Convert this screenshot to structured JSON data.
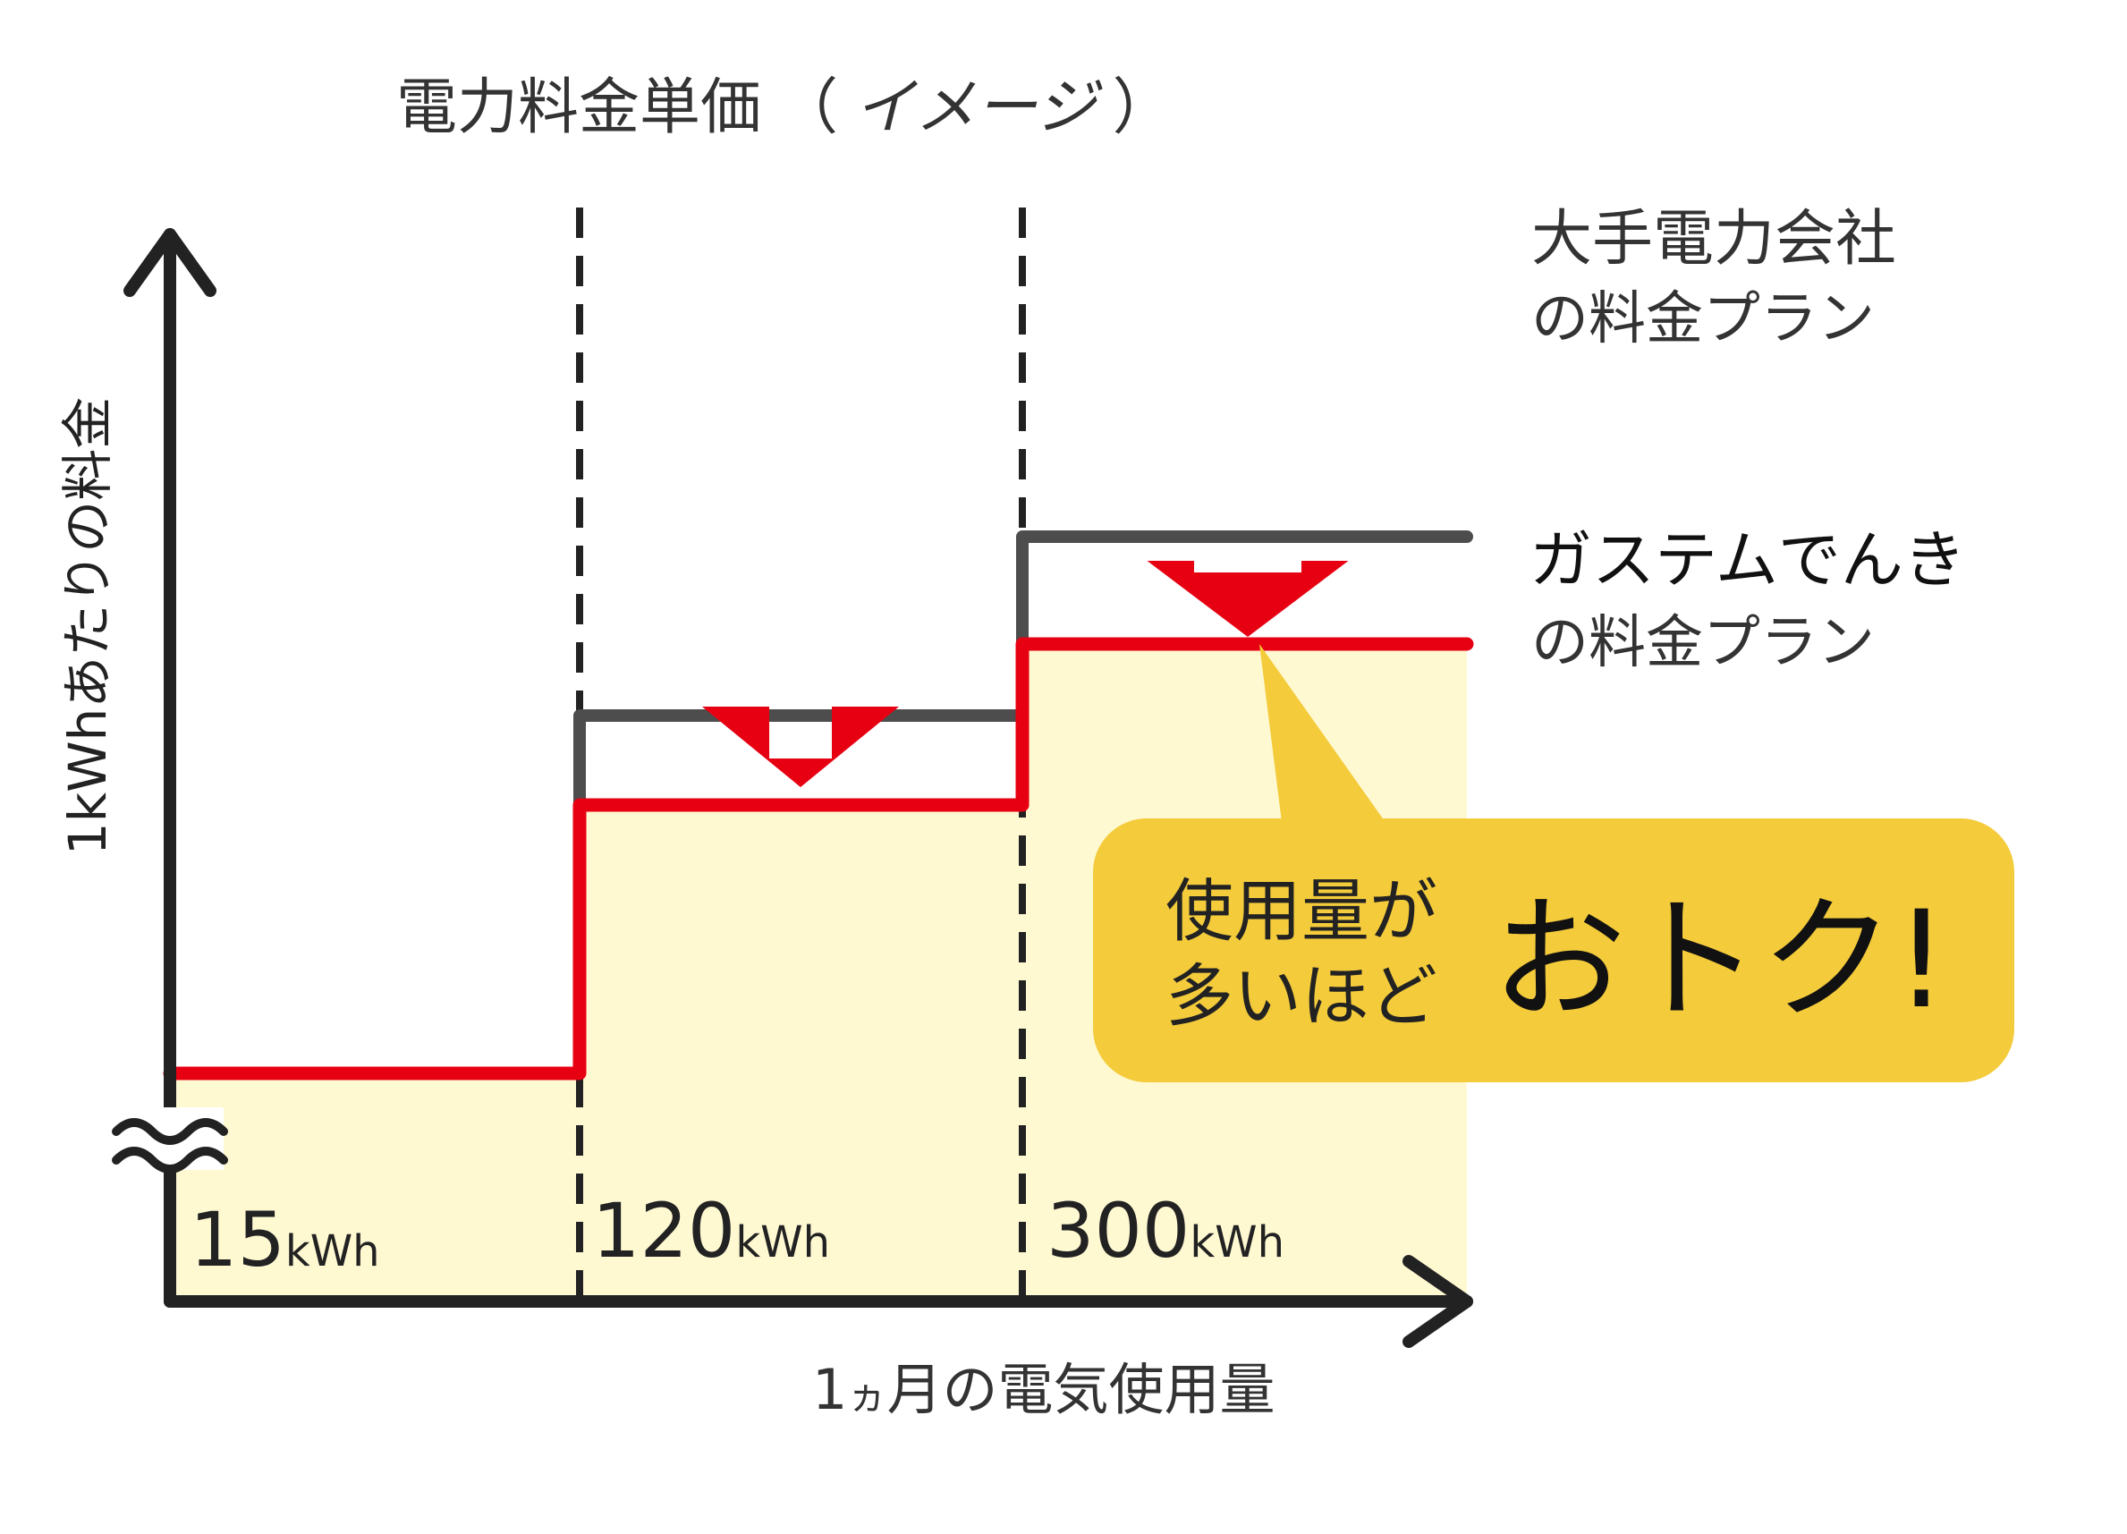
{
  "chart_data": {
    "type": "line",
    "title": "電力料金単価（イメージ）",
    "title_parts": [
      "電力料金単価",
      "（",
      "イメージ",
      "）"
    ],
    "xlabel": "1ヵ月の電気使用量",
    "xlabel_parts": [
      "1",
      "ヵ",
      "月の電気使用量"
    ],
    "ylabel": "1kWhあたりの料金",
    "tick_labels": [
      {
        "num": "15",
        "unit": "kWh"
      },
      {
        "num": "120",
        "unit": "kWh"
      },
      {
        "num": "300",
        "unit": "kWh"
      }
    ],
    "x_breakpoints": [
      120,
      300
    ],
    "series": [
      {
        "legend_lines": [
          "大手電力会社",
          "の料金プラン"
        ],
        "color": "#4d4d4d",
        "tiers": [
          3,
          4
        ]
      },
      {
        "legend_lines": [
          "ガステムでんき",
          "の料金プラン"
        ],
        "color": "#e60012",
        "tiers": [
          1,
          2.5,
          3.4
        ]
      }
    ],
    "y_axis_break": true,
    "callout": {
      "small_lines": [
        "使用量が",
        "多いほど"
      ],
      "big_text": "おトク!"
    }
  },
  "colors": {
    "axis": "#222222",
    "fill": "#fff9d2",
    "callout": "#f4cb3b",
    "arrow": "#e60012"
  }
}
